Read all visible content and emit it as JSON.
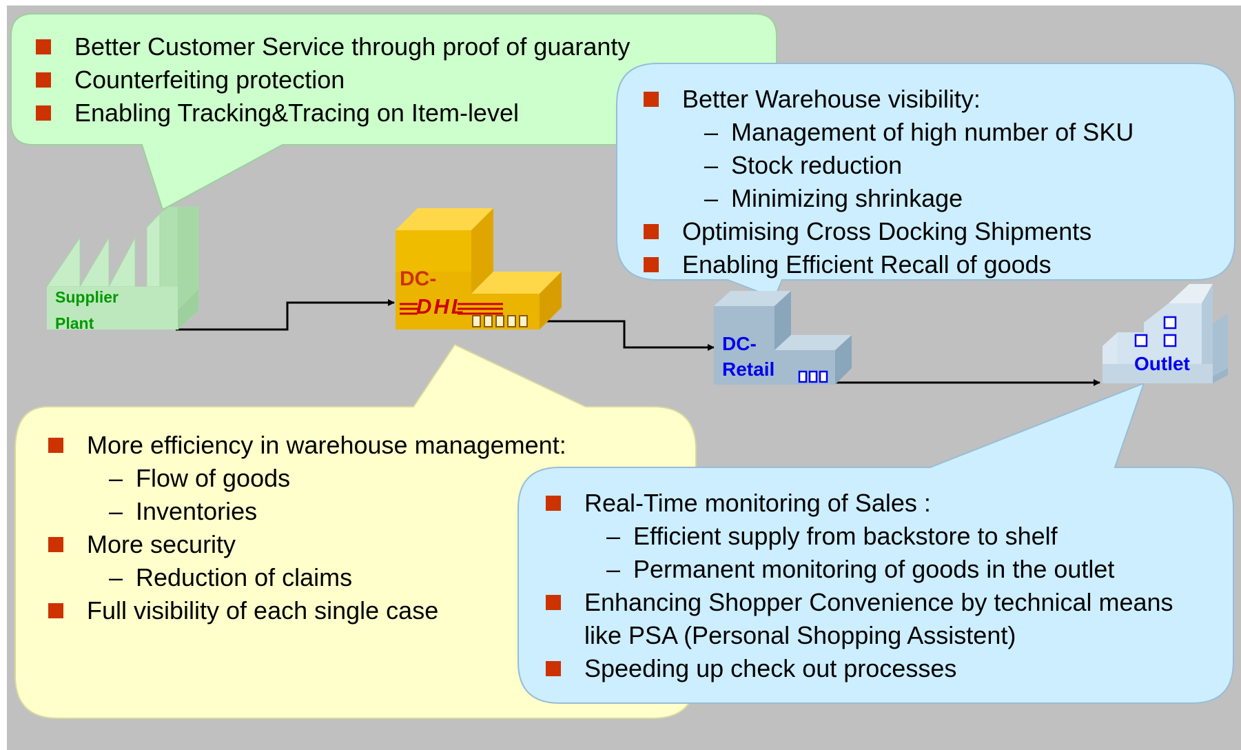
{
  "colors": {
    "background": "#c0c0c0",
    "green_callout": "#ccffcc",
    "blue_callout": "#cceeff",
    "yellow_callout": "#ffffcc",
    "bullet": "#cc3300",
    "dhl_yellow": "#f0c000",
    "dhl_red": "#cc0000",
    "supplier_label": "#009900",
    "retail_label": "#0000ee"
  },
  "nodes": {
    "supplier": {
      "line1": "Supplier",
      "line2": "Plant"
    },
    "dc_dhl": {
      "label": "DC-",
      "logo": "DHL"
    },
    "dc_retail": {
      "line1": "DC-",
      "line2": "Retail"
    },
    "outlet": {
      "label": "Outlet"
    }
  },
  "callouts": {
    "supplier": {
      "items": [
        {
          "level": 1,
          "text": "Better Customer Service through proof of guaranty"
        },
        {
          "level": 1,
          "text": "Counterfeiting protection"
        },
        {
          "level": 1,
          "text": "Enabling Tracking&Tracing on Item-level"
        }
      ]
    },
    "dc_retail": {
      "items": [
        {
          "level": 1,
          "text": "Better  Warehouse visibility:"
        },
        {
          "level": 2,
          "text": "Management of high number of SKU"
        },
        {
          "level": 2,
          "text": "Stock reduction"
        },
        {
          "level": 2,
          "text": "Minimizing shrinkage"
        },
        {
          "level": 1,
          "text": "Optimising Cross Docking Shipments"
        },
        {
          "level": 1,
          "text": "Enabling Efficient Recall of goods"
        }
      ]
    },
    "dc_dhl": {
      "items": [
        {
          "level": 1,
          "text": "More efficiency in warehouse management:"
        },
        {
          "level": 2,
          "text": "Flow of goods"
        },
        {
          "level": 2,
          "text": "Inventories"
        },
        {
          "level": 1,
          "text": "More security"
        },
        {
          "level": 2,
          "text": "Reduction of claims"
        },
        {
          "level": 1,
          "text": "Full visibility of each single case"
        }
      ]
    },
    "outlet": {
      "items": [
        {
          "level": 1,
          "text": "Real-Time monitoring of Sales :"
        },
        {
          "level": 2,
          "text": "Efficient supply from backstore to shelf"
        },
        {
          "level": 2,
          "text": "Permanent monitoring of goods in the outlet"
        },
        {
          "level": 1,
          "text": "Enhancing Shopper Convenience by technical means like PSA (Personal Shopping Assistent)"
        },
        {
          "level": 1,
          "text": "Speeding up check out processes"
        }
      ]
    }
  }
}
